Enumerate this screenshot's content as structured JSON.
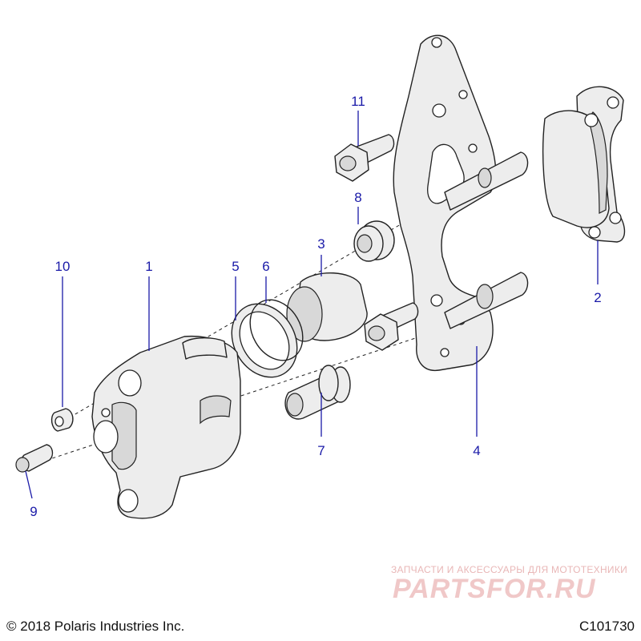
{
  "callouts": [
    {
      "id": "1",
      "label": "1"
    },
    {
      "id": "2",
      "label": "2"
    },
    {
      "id": "3",
      "label": "3"
    },
    {
      "id": "4",
      "label": "4"
    },
    {
      "id": "5",
      "label": "5"
    },
    {
      "id": "6",
      "label": "6"
    },
    {
      "id": "7",
      "label": "7"
    },
    {
      "id": "8",
      "label": "8"
    },
    {
      "id": "9",
      "label": "9"
    },
    {
      "id": "10",
      "label": "10"
    },
    {
      "id": "11",
      "label": "11"
    }
  ],
  "footer": {
    "copyright": "© 2018 Polaris Industries Inc.",
    "code": "C101730"
  },
  "watermark": {
    "tagline": "ЗАПЧАСТИ И АКСЕССУАРЫ ДЛЯ МОТОТЕХНИКИ",
    "brand": "PARTSFOR.RU"
  },
  "colors": {
    "callout": "#1a1aa8",
    "watermark": "#f0c8c8"
  }
}
